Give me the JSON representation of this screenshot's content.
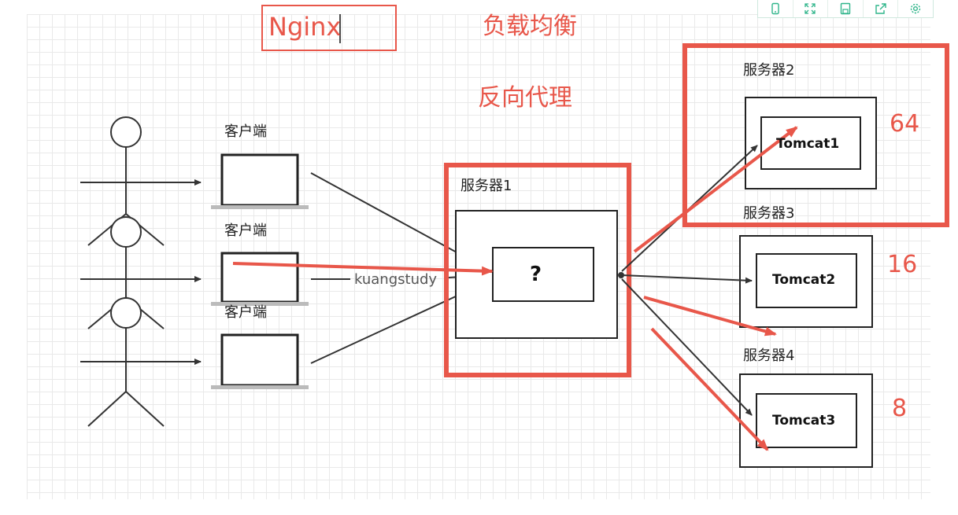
{
  "toolbar": {
    "buttons": [
      {
        "icon": "phone-icon"
      },
      {
        "icon": "fullscreen-icon"
      },
      {
        "icon": "save-icon"
      },
      {
        "icon": "share-icon"
      },
      {
        "icon": "gear-icon"
      }
    ],
    "accent": "#2fb58a"
  },
  "headings": {
    "nginx": "Nginx",
    "load_balance": "负载均衡",
    "reverse_proxy": "反向代理"
  },
  "clients": [
    "客户端",
    "客户端",
    "客户端"
  ],
  "center_server": {
    "label": "服务器1",
    "box_text": "?",
    "watermark": "kuangstudy"
  },
  "servers": [
    {
      "label": "服务器2",
      "app": "Tomcat1",
      "weight": "64"
    },
    {
      "label": "服务器3",
      "app": "Tomcat2",
      "weight": "16"
    },
    {
      "label": "服务器4",
      "app": "Tomcat3",
      "weight": "8"
    }
  ],
  "colors": {
    "annotation_red": "#e8574a",
    "line": "#333333",
    "grid": "#e9e9e9"
  }
}
